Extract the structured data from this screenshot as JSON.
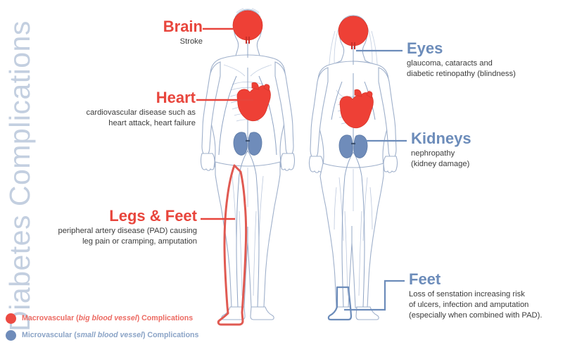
{
  "title": "Diabetes Complications",
  "colors": {
    "macro_red": "#e8453c",
    "micro_blue": "#6c8cba",
    "title_gray_blue": "#c3cfe0",
    "body_outline": "#9fb0cb",
    "organ_blue": "#6f8cba",
    "organ_red": "#ee4036",
    "description_text": "#3b3b3b",
    "background": "#ffffff"
  },
  "callouts": {
    "brain": {
      "title": "Brain",
      "description": "Stroke",
      "type": "macrovascular",
      "side": "left"
    },
    "heart": {
      "title": "Heart",
      "description_line1": "cardiovascular disease such as",
      "description_line2": "heart attack, heart failure",
      "type": "macrovascular",
      "side": "left"
    },
    "legs_feet": {
      "title": "Legs & Feet",
      "description_line1": "peripheral artery disease (PAD) causing",
      "description_line2": "leg pain or cramping, amputation",
      "type": "macrovascular",
      "side": "left"
    },
    "eyes": {
      "title": "Eyes",
      "description_line1": "glaucoma, cataracts and",
      "description_line2": "diabetic retinopathy (blindness)",
      "type": "microvascular",
      "side": "right"
    },
    "kidneys": {
      "title": "Kidneys",
      "description_line1": "nephropathy",
      "description_line2": "(kidney damage)",
      "type": "microvascular",
      "side": "right"
    },
    "feet": {
      "title": "Feet",
      "description_line1": "Loss of senstation increasing risk",
      "description_line2": "of ulcers, infection and amputation",
      "description_line3": "(especially when combined with PAD).",
      "type": "microvascular",
      "side": "right"
    }
  },
  "legend": {
    "items": [
      {
        "marker": "macro-dot-icon",
        "color": "#ec4b43",
        "prefix": "Macrovascular (",
        "emphasis": "big blood vessel",
        "suffix": ") Complications"
      },
      {
        "marker": "micro-dot-icon",
        "color": "#6f8cba",
        "prefix": "Microvascular (",
        "emphasis": "small blood vessel",
        "suffix": ") Complications"
      }
    ]
  },
  "figures": {
    "left": {
      "name": "male-body-figure",
      "highlights": [
        "brain-red",
        "heart-red",
        "kidneys-blue",
        "left-leg-red-outline"
      ]
    },
    "right": {
      "name": "female-body-figure",
      "highlights": [
        "brain-red",
        "heart-red",
        "kidneys-blue",
        "left-foot-blue-outline"
      ]
    }
  }
}
